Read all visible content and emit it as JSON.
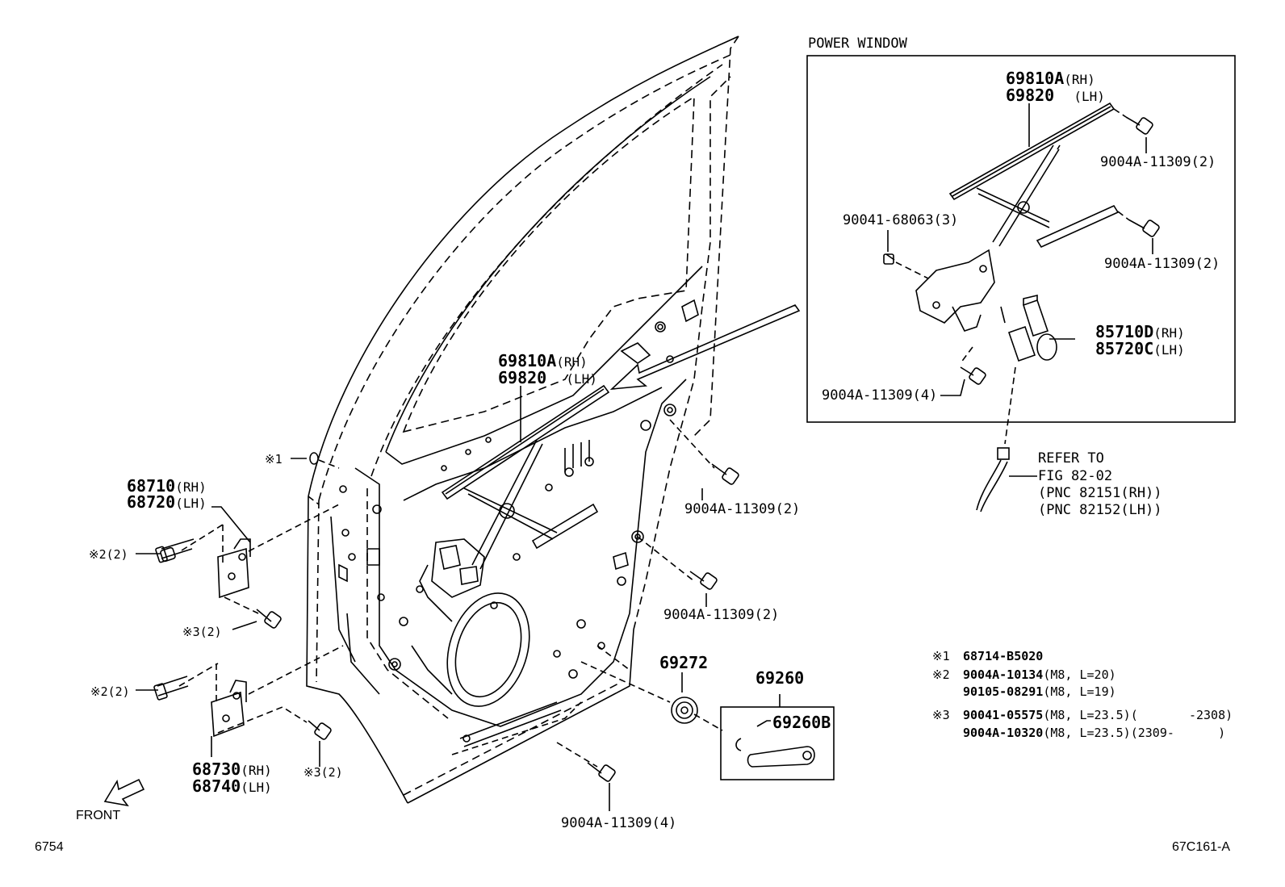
{
  "inset": {
    "title": "POWER WINDOW"
  },
  "labels": {
    "regulator_main_rh": "69810A",
    "regulator_main_rh_side": "(RH)",
    "regulator_main_lh": "69820",
    "regulator_main_lh_side": "(LH)",
    "regulator_inset_rh": "69810A",
    "regulator_inset_rh_side": "(RH)",
    "regulator_inset_lh": "69820",
    "regulator_inset_lh_side": "(LH)",
    "bolt_inset_top": "9004A-11309(2)",
    "bolt_inset_mid": "9004A-11309(2)",
    "bolt_inset_bottom": "9004A-11309(4)",
    "screw_inset": "90041-68063(3)",
    "motor_rh": "85710D",
    "motor_rh_side": "(RH)",
    "motor_lh": "85720C",
    "motor_lh_side": "(LH)",
    "refer_line1": "REFER TO",
    "refer_line2": "FIG 82-02",
    "refer_line3": "(PNC 82151(RH))",
    "refer_line4": "(PNC 82152(LH))",
    "hinge_upper_rh": "68710",
    "hinge_upper_rh_side": "(RH)",
    "hinge_upper_lh": "68720",
    "hinge_upper_lh_side": "(LH)",
    "hinge_lower_rh": "68730",
    "hinge_lower_rh_side": "(RH)",
    "hinge_lower_lh": "68740",
    "hinge_lower_lh_side": "(LH)",
    "mark1_callout": "※1",
    "mark2_upper": "※2(2)",
    "mark3_upper": "※3(2)",
    "mark2_lower": "※2(2)",
    "mark3_lower": "※3(2)",
    "bolt_door_1": "9004A-11309(2)",
    "bolt_door_2": "9004A-11309(2)",
    "bolt_door_3": "9004A-11309(4)",
    "cap": "69272",
    "handle_set": "69260",
    "handle": "69260B",
    "front": "FRONT",
    "fig_number": "6754",
    "ref_code": "67C161-A"
  },
  "notes": [
    {
      "mark": "※1",
      "lines": [
        {
          "part": "68714-B5020",
          "spec": ""
        }
      ]
    },
    {
      "mark": "※2",
      "lines": [
        {
          "part": "9004A-10134",
          "spec": "(M8, L=20)"
        },
        {
          "part": "90105-08291",
          "spec": "(M8, L=19)"
        }
      ]
    },
    {
      "mark": "※3",
      "lines": [
        {
          "part": "90041-05575",
          "spec": "(M8, L=23.5)(       -2308)"
        },
        {
          "part": "9004A-10320",
          "spec": "(M8, L=23.5)(2309-      )"
        }
      ]
    }
  ]
}
